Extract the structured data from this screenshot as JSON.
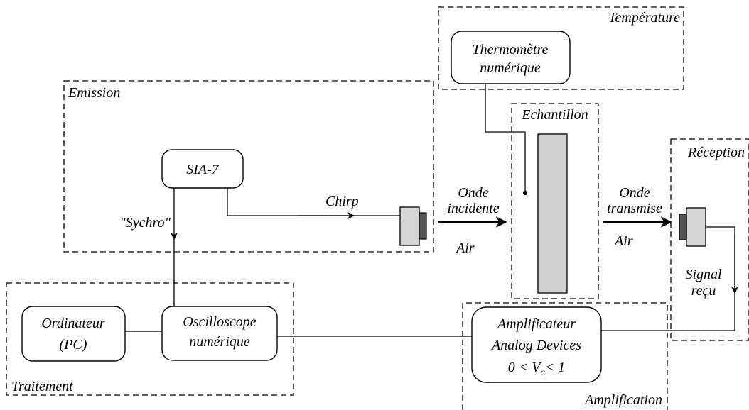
{
  "regions": {
    "temperature": "Température",
    "emission": "Emission",
    "echantillon": "Echantillon",
    "reception": "Réception",
    "traitement": "Traitement",
    "amplification": "Amplification"
  },
  "blocks": {
    "thermometre": [
      "Thermomètre",
      "numérique"
    ],
    "sia": "SIA-7",
    "ordinateur": [
      "Ordinateur",
      "(PC)"
    ],
    "oscilloscope": [
      "Oscilloscope",
      "numérique"
    ],
    "amplificateur": [
      "Amplificateur",
      "Analog Devices"
    ],
    "amplificateur_range": {
      "left": "0 <",
      "var": "V",
      "sub": "c",
      "right": "< 1"
    }
  },
  "labels": {
    "chirp": "Chirp",
    "synchro": "\"Sychro\"",
    "onde_incidente": [
      "Onde",
      "incidente"
    ],
    "air_left": "Air",
    "onde_transmise": [
      "Onde",
      "transmise"
    ],
    "air_right": "Air",
    "signal_recu": [
      "Signal",
      "reçu"
    ]
  },
  "colors": {
    "stroke": "#000000",
    "sample_fill": "#cfcfcf",
    "transducer_body": "#d4d4d4",
    "transducer_face": "#555555"
  }
}
